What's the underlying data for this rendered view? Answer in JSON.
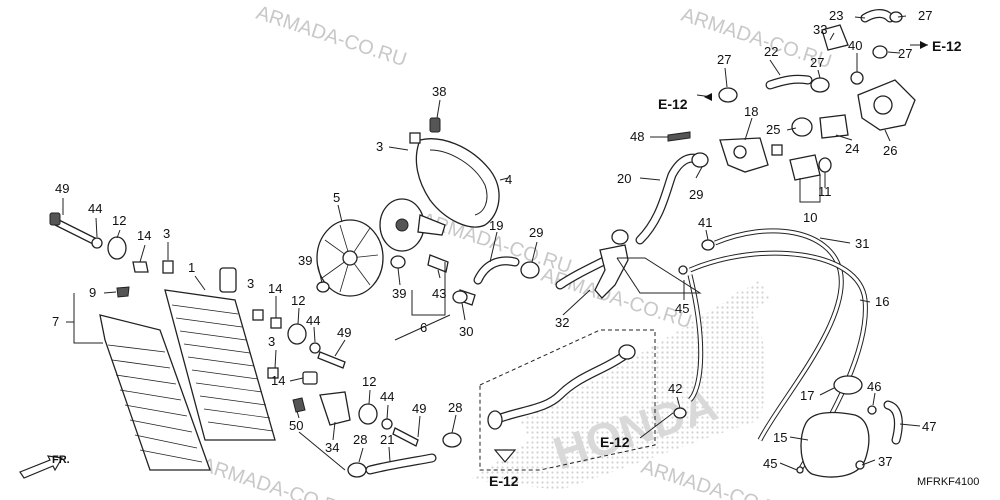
{
  "watermarks": [
    "ARMADA-CO.RU",
    "ARMADA-CO.RU",
    "ARMADA-CO.RU",
    "ARMADA-CO.RU",
    "ARMADA-CO.RU",
    "ARMADA-CO.RU"
  ],
  "brand_background": "HONDA",
  "diagram_code": "MFRKF4100",
  "front_label": "FR.",
  "refs": [
    "E-12",
    "E-12",
    "E-12",
    "E-12"
  ],
  "labels": [
    "49",
    "44",
    "12",
    "14",
    "3",
    "1",
    "9",
    "7",
    "3",
    "14",
    "12",
    "44",
    "49",
    "3",
    "14",
    "50",
    "34",
    "12",
    "44",
    "28",
    "21",
    "49",
    "28",
    "5",
    "38",
    "3",
    "4",
    "39",
    "39",
    "43",
    "6",
    "30",
    "19",
    "29",
    "32",
    "20",
    "48",
    "18",
    "29",
    "25",
    "24",
    "10",
    "11",
    "26",
    "27",
    "22",
    "27",
    "33",
    "23",
    "27",
    "27",
    "40",
    "41",
    "31",
    "45",
    "16",
    "42",
    "17",
    "46",
    "47",
    "15",
    "45",
    "37"
  ],
  "colors": {
    "line": "#222222",
    "watermark": "#c8c8c8",
    "halftone": "#d2d2d2"
  }
}
